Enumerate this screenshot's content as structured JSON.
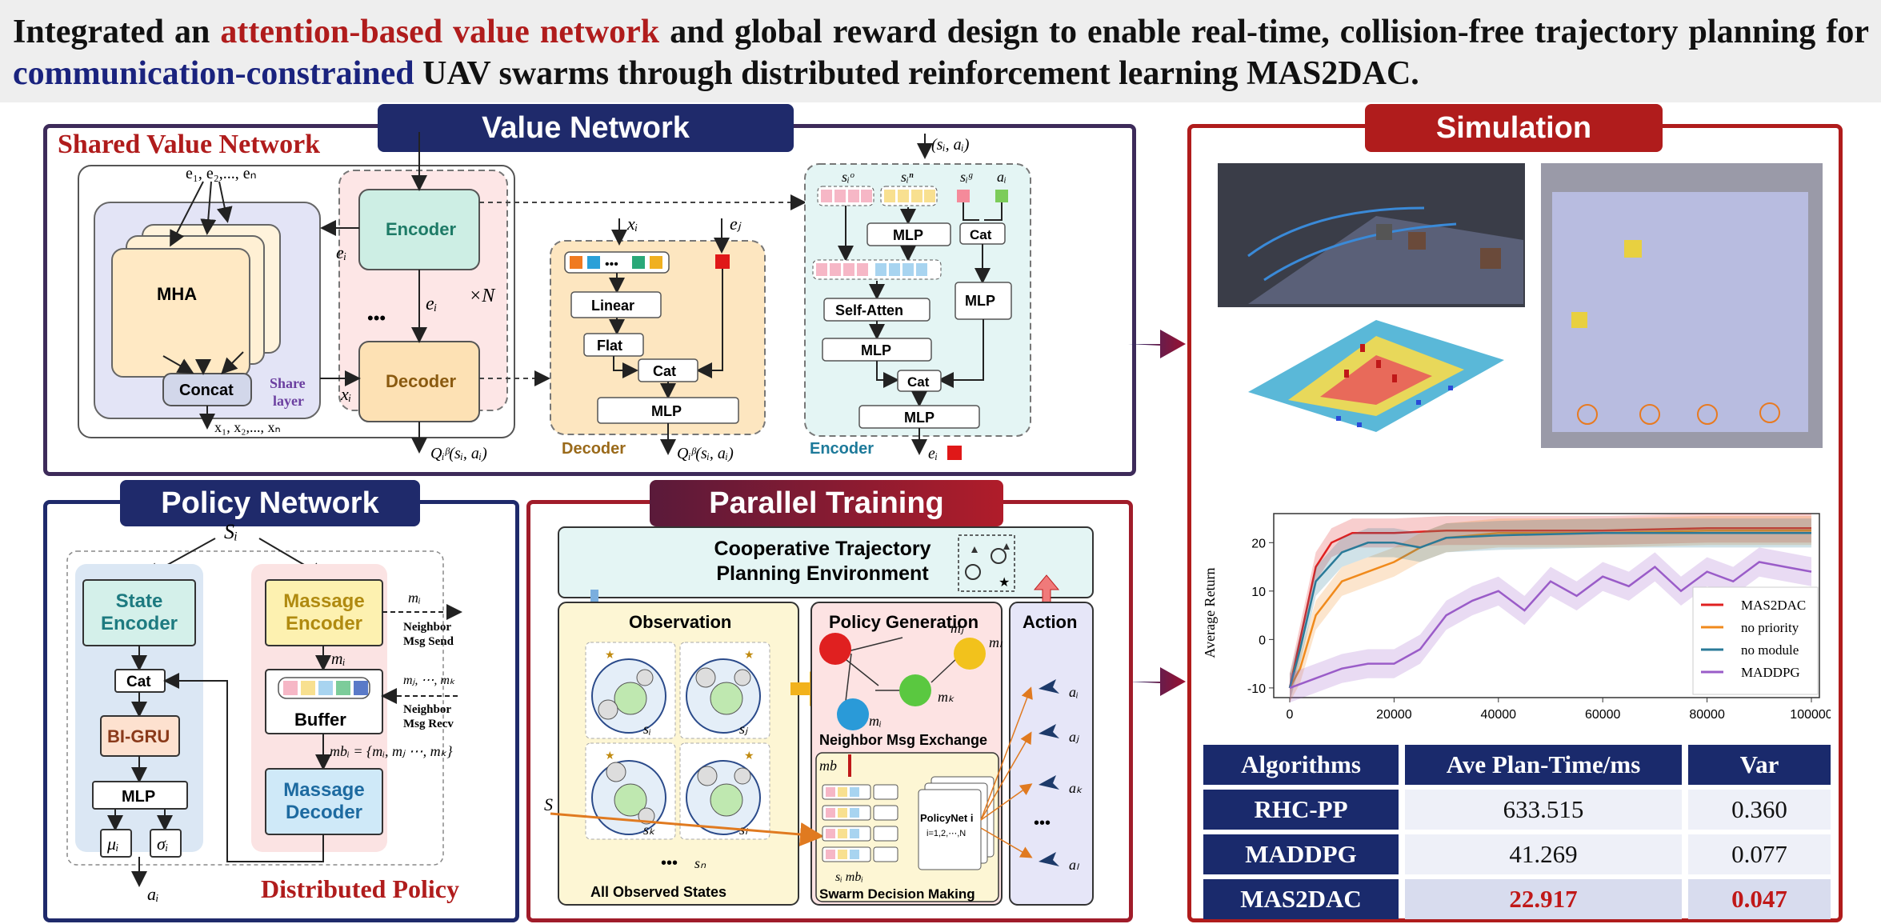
{
  "headline": {
    "p1": "Integrated an ",
    "h1": "attention-based value network",
    "p2": " and global reward design to enable real-time, collision-free trajectory planning for ",
    "h2": "communication-constrained",
    "p3": " UAV swarms through distributed reinforcement learning MAS2DAC."
  },
  "value_network": {
    "title": "Value Network",
    "shared_label": "Shared Value Network",
    "e_inputs": "e₁, e₂,..., eₙ",
    "mha": "MHA",
    "concat": "Concat",
    "share_layer_1": "Share",
    "share_layer_2": "layer",
    "x_outputs": "x₁, x₂,..., xₙ",
    "encoder": "Encoder",
    "decoder": "Decoder",
    "ei": "eᵢ",
    "xi": "xᵢ",
    "times_n": "×N",
    "dots": "•••",
    "q_out": "Qᵢᵝ(sᵢ, aᵢ)",
    "dec_box": {
      "label": "Decoder",
      "xi": "xᵢ",
      "ej": "eⱼ",
      "linear": "Linear",
      "flat": "Flat",
      "cat": "Cat",
      "mlp": "MLP",
      "out": "Qᵢᵝ(sᵢ, aᵢ)"
    },
    "enc_box": {
      "label": "Encoder",
      "in": "(sᵢ, aᵢ)",
      "soi": "sᵢᵒ",
      "sni": "sᵢⁿ",
      "sgi": "sᵢᵍ",
      "ai": "aᵢ",
      "mlp": "MLP",
      "cat": "Cat",
      "self_atten": "Self-Atten",
      "out": "eᵢ"
    }
  },
  "policy_network": {
    "title": "Policy Network",
    "si": "Sᵢ",
    "state_encoder": "State Encoder",
    "massage_encoder": "Massage Encoder",
    "cat": "Cat",
    "bigru": "BI-GRU",
    "mlp": "MLP",
    "mu": "μᵢ",
    "sigma": "σᵢ",
    "ai": "aᵢ",
    "mi": "mᵢ",
    "send_1": "Neighbor",
    "send_2": "Msg Send",
    "mjk": "mⱼ, ⋯, mₖ",
    "recv_1": "Neighbor",
    "recv_2": "Msg Recv",
    "buffer": "Buffer",
    "mb": "mbᵢ = {mᵢ, mⱼ ⋯, mₖ}",
    "massage_decoder": "Massage Decoder",
    "footer": "Distributed Policy"
  },
  "parallel_training": {
    "title": "Parallel Training",
    "environment": "Cooperative Trajectory Planning Environment",
    "observation": "Observation",
    "all_states": "All Observed States",
    "obs_labels": [
      "sᵢ",
      "sⱼ",
      "sₖ",
      "sₗ"
    ],
    "obs_dots": "•••",
    "sn": "sₙ",
    "policy_generation": "Policy Generation",
    "msg_nodes": [
      "mⱼ",
      "mᵢ",
      "mₖ",
      "mₗ"
    ],
    "neighbor_exchange": "Neighbor Msg Exchange",
    "mb": "mb",
    "s_label": "S",
    "policynet": "PolicyNet i",
    "policynet_sub": "i=1,2,⋯,N",
    "si_mbi": "sᵢ   mbᵢ",
    "swarm": "Swarm Decision Making",
    "action": "Action",
    "actions": [
      "aᵢ",
      "aⱼ",
      "aₖ",
      "•••",
      "aₗ"
    ]
  },
  "simulation": {
    "title": "Simulation",
    "chart_data": {
      "type": "line",
      "ylabel": "Average Return",
      "xlabel": "",
      "xlim": [
        0,
        100000
      ],
      "ylim": [
        -12,
        26
      ],
      "x_ticks": [
        "0",
        "20000",
        "40000",
        "60000",
        "80000",
        "100000"
      ],
      "y_ticks": [
        "-10",
        "0",
        "10",
        "20"
      ],
      "series": [
        {
          "name": "MAS2DAC",
          "color": "#e02020",
          "x": [
            0,
            2000,
            5000,
            8000,
            12000,
            20000,
            30000,
            40000,
            60000,
            80000,
            100000
          ],
          "y": [
            -10,
            0,
            15,
            20,
            22,
            22,
            22.5,
            22.5,
            22.5,
            23,
            23
          ]
        },
        {
          "name": "no priority",
          "color": "#f08a1c",
          "x": [
            0,
            2000,
            5000,
            10000,
            15000,
            20000,
            25000,
            30000,
            40000,
            60000,
            80000,
            100000
          ],
          "y": [
            -10,
            -6,
            5,
            12,
            14,
            16,
            19,
            21,
            22,
            22,
            22.5,
            22.5
          ]
        },
        {
          "name": "no module",
          "color": "#2a7a98",
          "x": [
            0,
            2000,
            5000,
            10000,
            15000,
            20000,
            25000,
            30000,
            40000,
            60000,
            80000,
            100000
          ],
          "y": [
            -10,
            -2,
            12,
            18,
            20,
            20,
            19,
            21,
            21.5,
            22,
            22,
            22
          ]
        },
        {
          "name": "MADDPG",
          "color": "#9a5cc8",
          "x": [
            0,
            5000,
            10000,
            15000,
            20000,
            25000,
            30000,
            35000,
            40000,
            45000,
            50000,
            55000,
            60000,
            65000,
            70000,
            75000,
            80000,
            85000,
            90000,
            95000,
            100000
          ],
          "y": [
            -10,
            -8,
            -6,
            -5,
            -5,
            -2,
            5,
            8,
            10,
            6,
            12,
            9,
            13,
            11,
            15,
            10,
            14,
            12,
            16,
            15,
            14
          ]
        }
      ],
      "legend": "right"
    },
    "table": {
      "headers": [
        "Algorithms",
        "Ave Plan-Time/ms",
        "Var"
      ],
      "rows": [
        {
          "alg": "RHC-PP",
          "time": "633.515",
          "var": "0.360"
        },
        {
          "alg": "MADDPG",
          "time": "41.269",
          "var": "0.077"
        },
        {
          "alg": "MAS2DAC",
          "time": "22.917",
          "var": "0.047"
        }
      ]
    }
  }
}
